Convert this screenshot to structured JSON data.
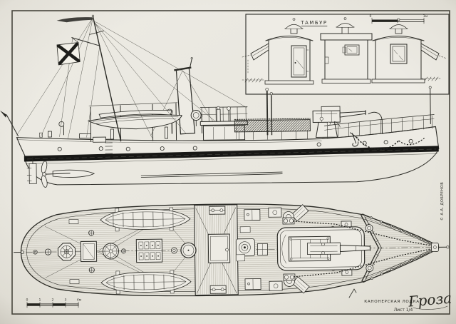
{
  "colors": {
    "paper": "#ebe9e2",
    "ink": "#2b2b26",
    "plank_line": "#b6b2a6",
    "waterline_band": "#181816"
  },
  "detail_box": {
    "label": "ТАМБУР",
    "scale_zero": "0",
    "scale_one": "1м"
  },
  "main_scale": {
    "labels": [
      "0",
      "1",
      "2",
      "3",
      "4м"
    ]
  },
  "title_block": {
    "type_label": "КАНОНЕРСКАЯ ЛОДКА",
    "ship_name": "Гроза",
    "sheet_label": "Лист 1/4"
  },
  "copyright_label": "© А.А. ДОБРЕНОВ"
}
